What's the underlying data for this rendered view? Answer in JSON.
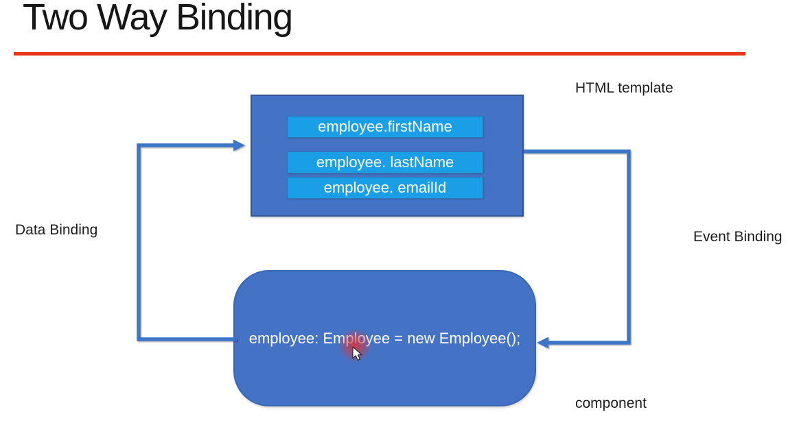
{
  "title": "Two Way Binding",
  "labels": {
    "html_template": "HTML template",
    "data_binding": "Data Binding",
    "event_binding": "Event Binding",
    "component": "component"
  },
  "template_box": {
    "fields": [
      "employee.firstName",
      "employee. lastName",
      "employee. emailId"
    ]
  },
  "component_box": {
    "code": "employee: Employee = new Employee();"
  },
  "icons": {
    "cursor": "mouse-pointer-icon",
    "click_highlight": "click-highlight-glow"
  },
  "colors": {
    "background": "#ffffff",
    "title_text": "#161616",
    "divider_red": "#ea3418",
    "box_fill": "#4472c4",
    "box_border": "#2f5597",
    "box_border2": "#3a67b2",
    "field_fill": "#1a9fe6",
    "field_border": "#2e75b6",
    "arrow_blue": "#3e74c8",
    "label_text": "#1c1c1c",
    "box_text": "#ffffff",
    "cursor_glow": "#d9353e"
  }
}
